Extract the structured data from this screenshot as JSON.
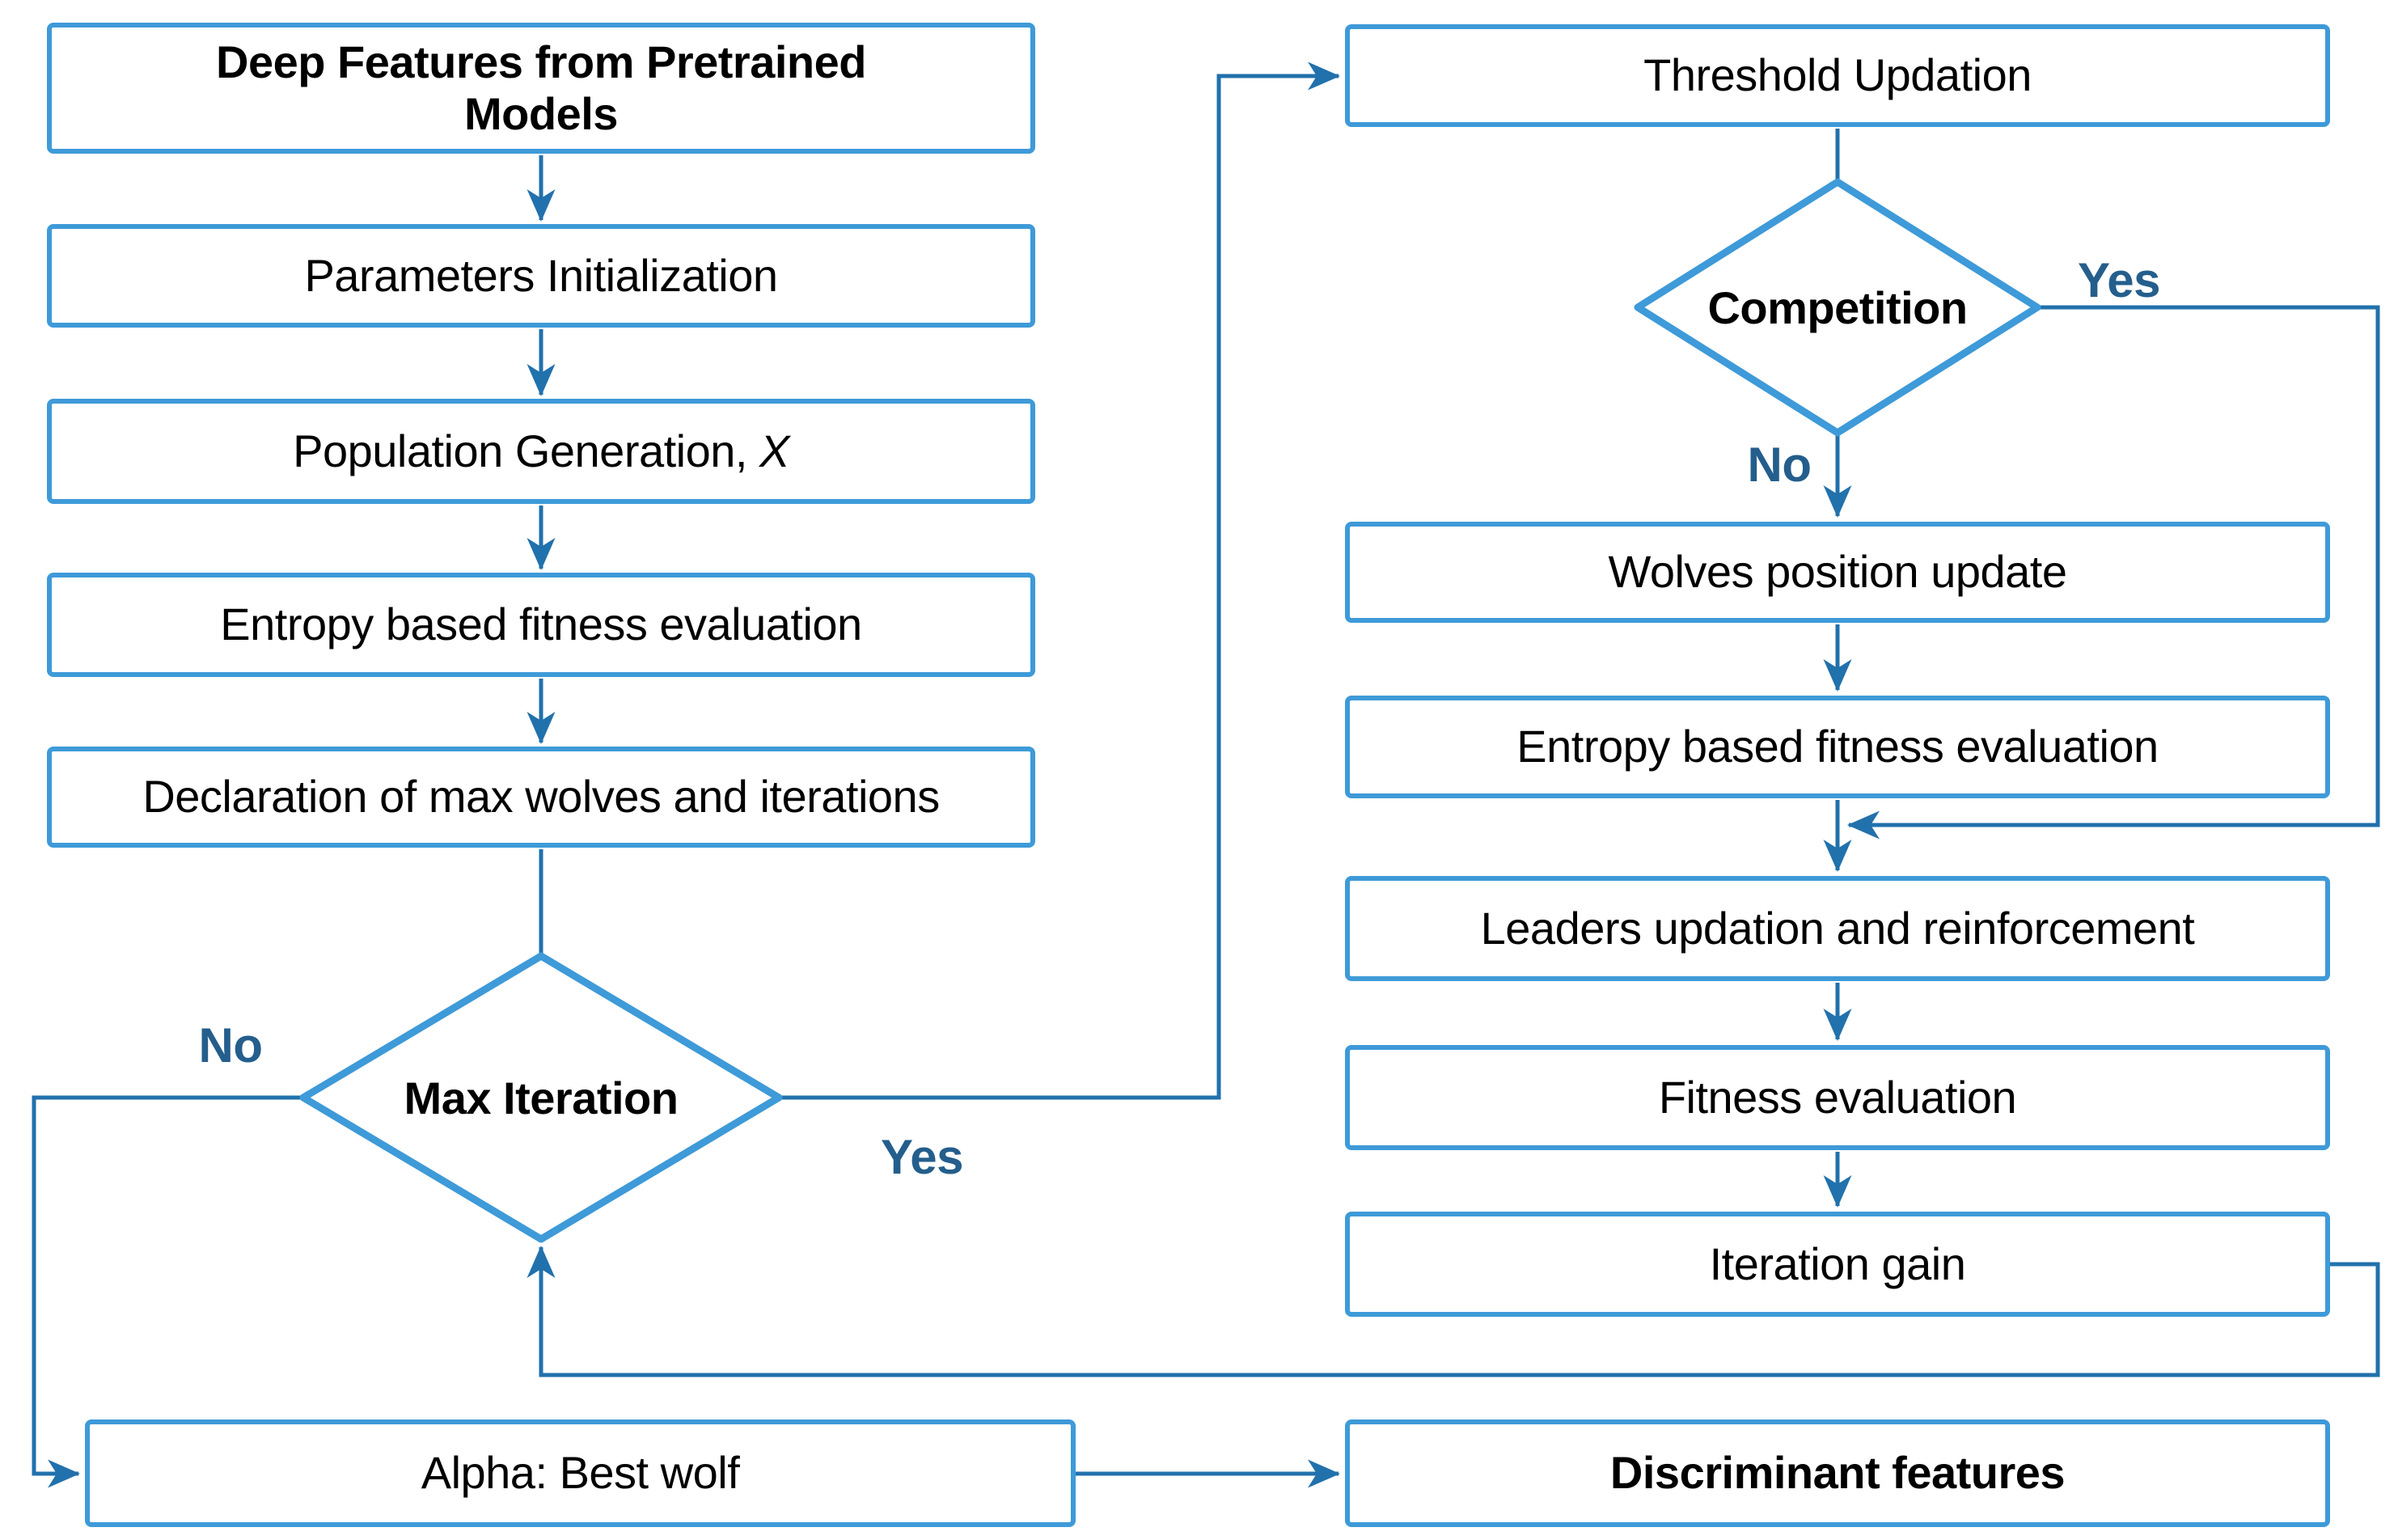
{
  "colors": {
    "background": "#FFFFFF",
    "box_border": "#3E9AD8",
    "connector": "#2171AC",
    "decision_label": "#245E8C",
    "text": "#000000"
  },
  "nodes": {
    "deep_features": {
      "line1": "Deep Features from Pretrained",
      "line2": "Models"
    },
    "parameters_init": {
      "label": "Parameters Initialization"
    },
    "population_gen": {
      "label_prefix": "Population Generation, ",
      "label_var": "X"
    },
    "entropy_fitness_left": {
      "label": "Entropy based fitness evaluation"
    },
    "declaration": {
      "label": "Declaration of max wolves and iterations"
    },
    "max_iteration": {
      "label": "Max Iteration"
    },
    "alpha_best_wolf": {
      "label": "Alpha: Best wolf"
    },
    "threshold_updation": {
      "label": "Threshold Updation"
    },
    "competition": {
      "label": "Competition"
    },
    "wolves_position": {
      "label": "Wolves position update"
    },
    "entropy_fitness_right": {
      "label": "Entropy based fitness evaluation"
    },
    "leaders_updation": {
      "label": "Leaders updation and reinforcement"
    },
    "fitness_evaluation": {
      "label": "Fitness evaluation"
    },
    "iteration_gain": {
      "label": "Iteration gain"
    },
    "discriminant_features": {
      "label": "Discriminant features"
    }
  },
  "edge_labels": {
    "max_iteration_no": "No",
    "max_iteration_yes": "Yes",
    "competition_yes": "Yes",
    "competition_no": "No"
  }
}
